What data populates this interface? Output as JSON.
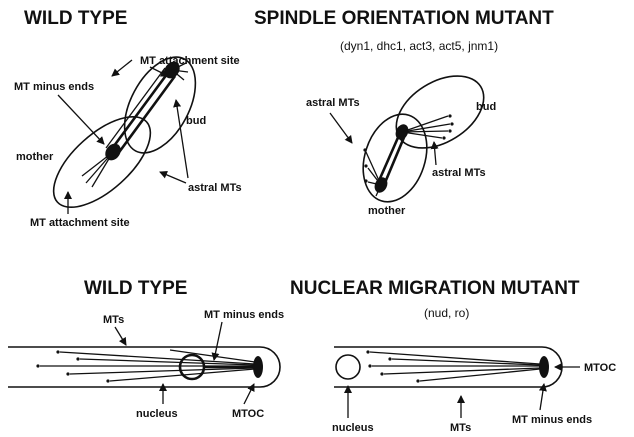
{
  "top_left": {
    "title": "WILD TYPE",
    "labels": {
      "mt_attachment_top": "MT  attachment site",
      "mt_minus_ends": "MT minus ends",
      "bud": "bud",
      "mother": "mother",
      "astral_mts": "astral MTs",
      "mt_attachment_bottom": "MT  attachment site"
    }
  },
  "top_right": {
    "title": "SPINDLE ORIENTATION MUTANT",
    "subtitle": "(dyn1, dhc1, act3, act5, jnm1)",
    "labels": {
      "astral_mts_left": "astral MTs",
      "bud": "bud",
      "astral_mts_right": "astral MTs",
      "mother": "mother"
    }
  },
  "bottom_left": {
    "title": "WILD TYPE",
    "labels": {
      "mts": "MTs",
      "mt_minus_ends": "MT minus ends",
      "nucleus": "nucleus",
      "mtoc": "MTOC"
    }
  },
  "bottom_right": {
    "title": "NUCLEAR MIGRATION MUTANT",
    "subtitle": "(nud, ro)",
    "labels": {
      "mtoc": "MTOC",
      "nucleus": "nucleus",
      "mts": "MTs",
      "mt_minus_ends": "MT minus ends"
    }
  }
}
